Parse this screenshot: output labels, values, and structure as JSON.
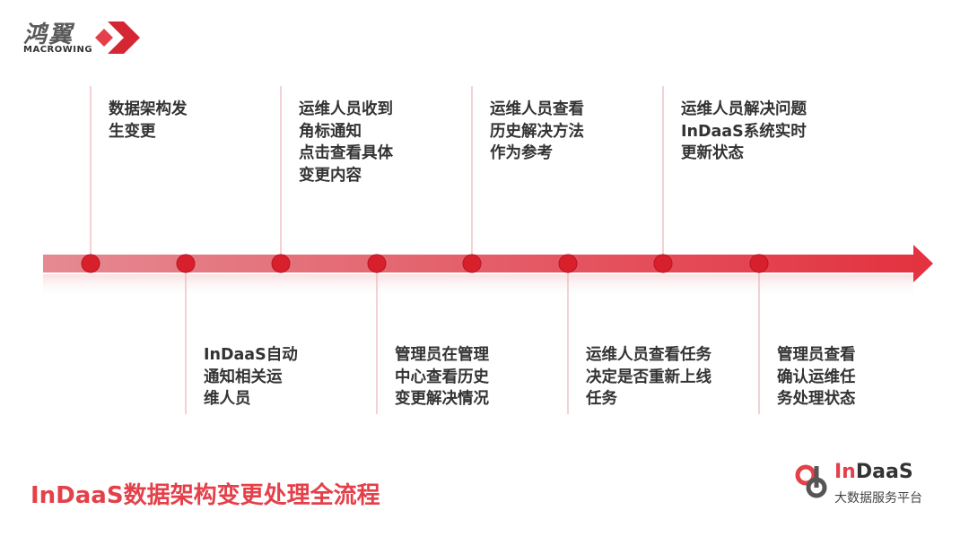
{
  "logo": {
    "cn": "鸿翼",
    "en": "MACROWING",
    "mark_colors": [
      "#e4404a",
      "#c4202c"
    ]
  },
  "timeline": {
    "arrow_start_color": "#e58a92",
    "arrow_end_color": "#e3313f",
    "dot_color": "#d8202c",
    "connector_color": "#e9b4b8",
    "stages": [
      {
        "position": "above",
        "lines": [
          "数据架构发",
          "生变更"
        ]
      },
      {
        "position": "below",
        "lines": [
          "InDaaS自动",
          "通知相关运",
          "维人员"
        ]
      },
      {
        "position": "above",
        "lines": [
          "运维人员收到",
          "角标通知",
          "点击查看具体",
          "变更内容"
        ]
      },
      {
        "position": "below",
        "lines": [
          "管理员在管理",
          "中心查看历史",
          "变更解决情况"
        ]
      },
      {
        "position": "above",
        "lines": [
          "运维人员查看",
          "历史解决方法",
          "作为参考"
        ]
      },
      {
        "position": "below",
        "lines": [
          "运维人员查看任务",
          "决定是否重新上线",
          "任务"
        ]
      },
      {
        "position": "above",
        "lines": [
          "运维人员解决问题",
          "InDaaS系统实时",
          "更新状态"
        ]
      },
      {
        "position": "below",
        "lines": [
          "管理员查看",
          "确认运维任",
          "务处理状态"
        ]
      }
    ]
  },
  "footer": {
    "title": "InDaaS数据架构变更处理全流程"
  },
  "brand": {
    "name_prefix": "In",
    "name_suffix": "DaaS",
    "subtitle": "大数据服务平台",
    "accent": "#e4404a"
  }
}
